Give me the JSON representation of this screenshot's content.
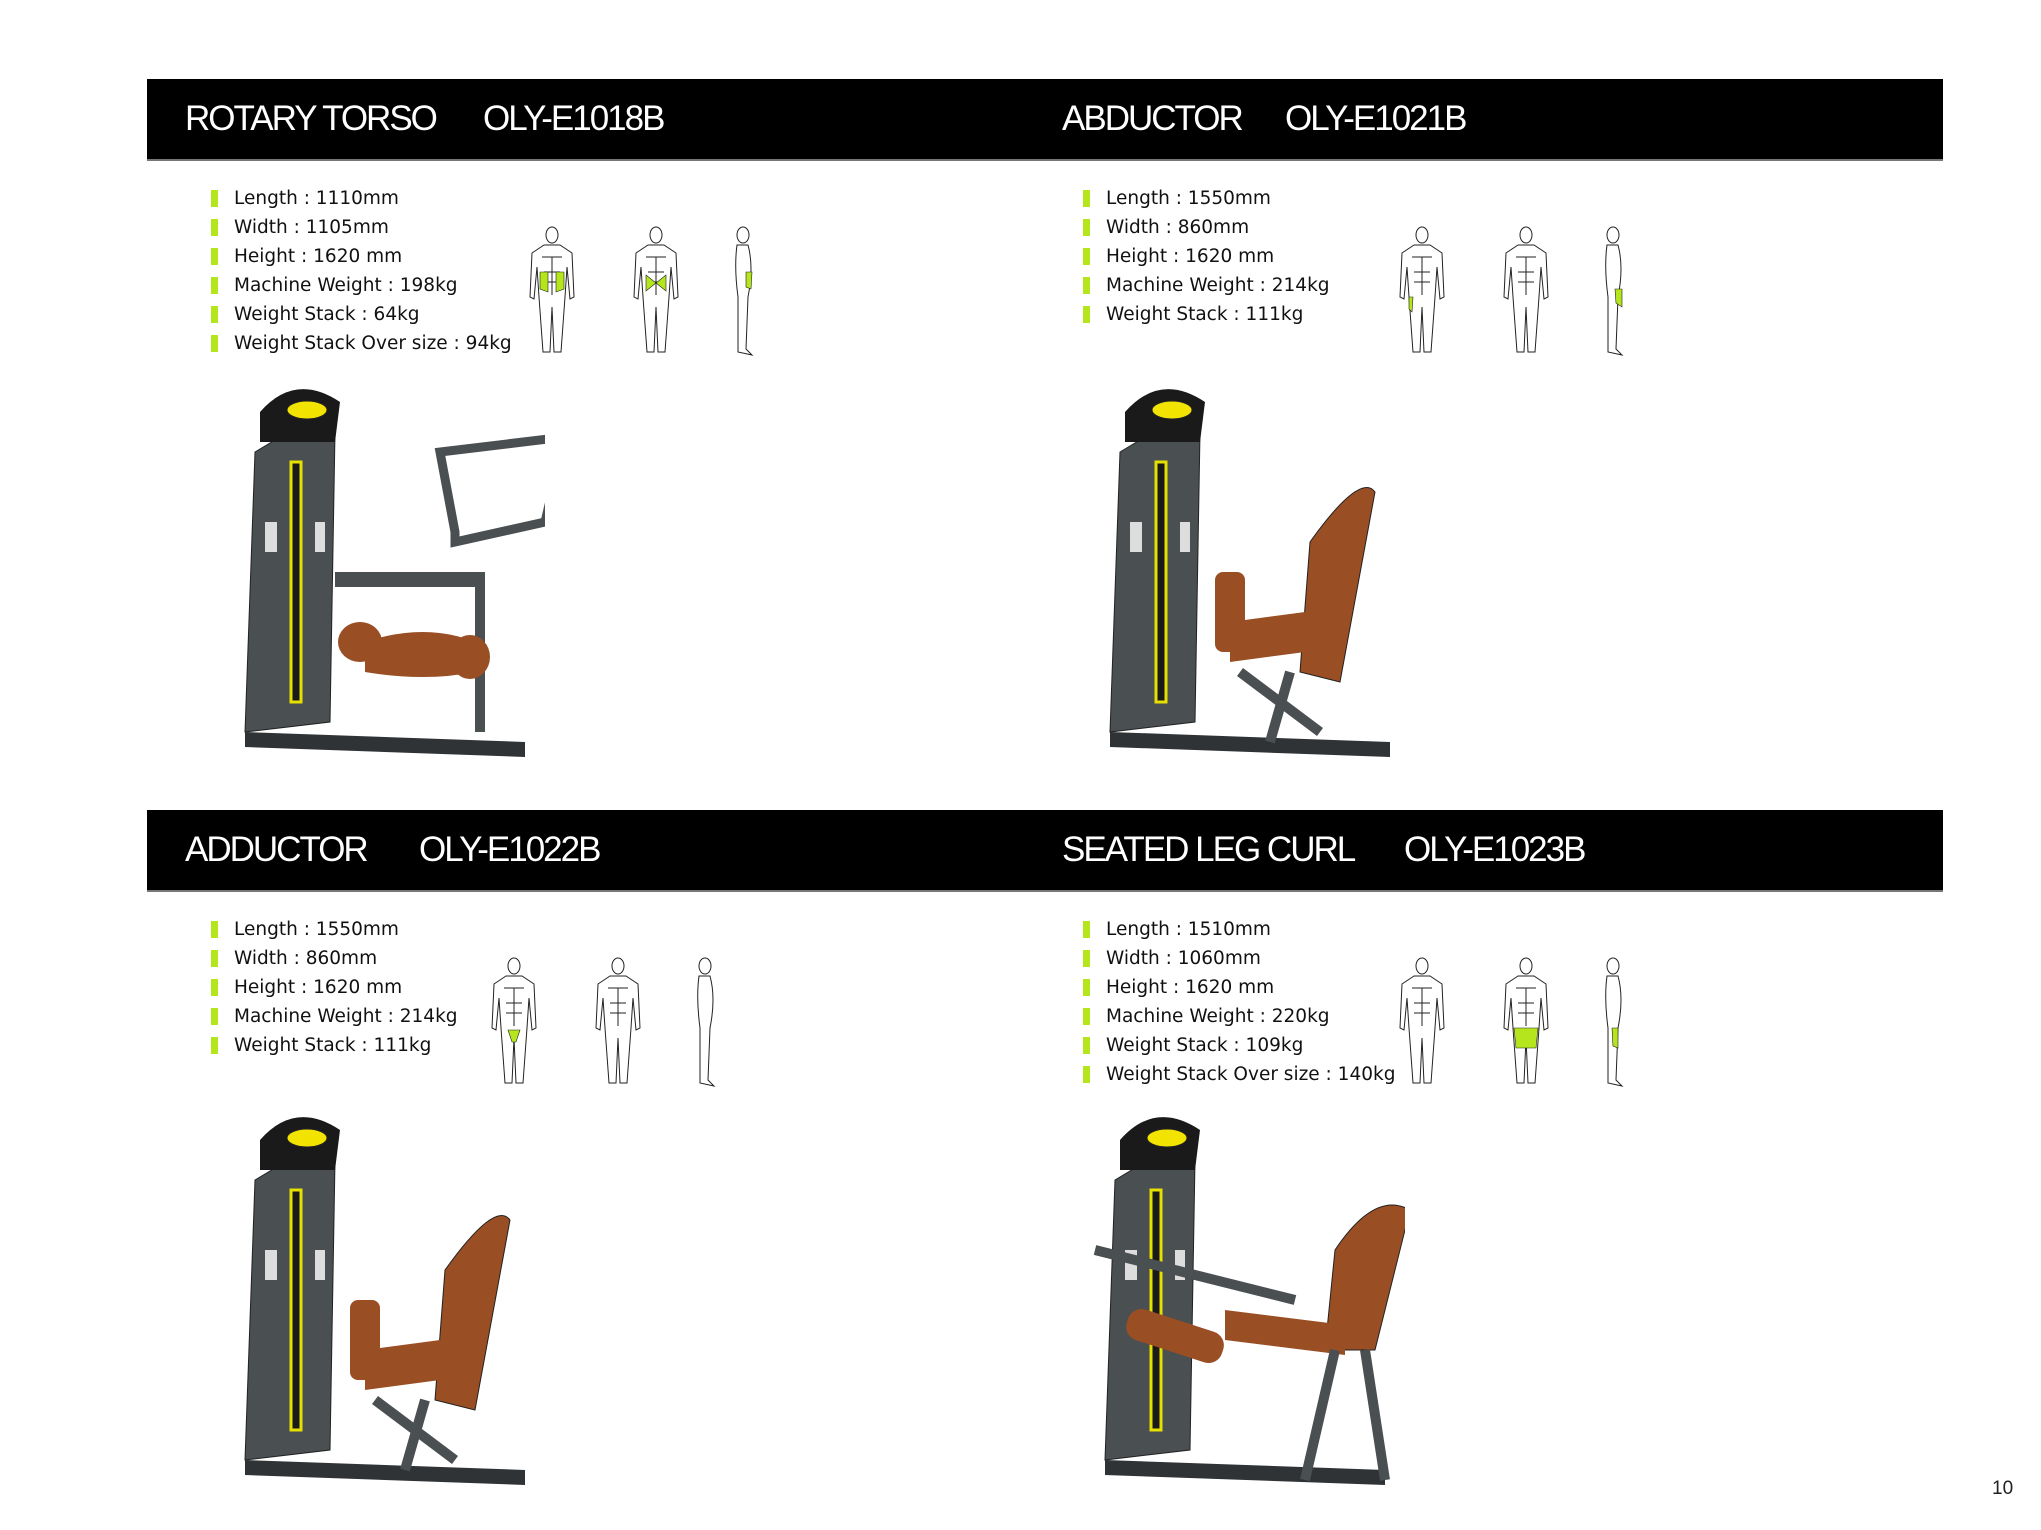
{
  "page_number": "10",
  "colors": {
    "banner": "#000000",
    "accent": "#b5e61d",
    "frame": "#4a4f52",
    "seat": "#9a4e24"
  },
  "products": [
    {
      "name": "ROTARY TORSO",
      "model": "OLY-E1018B",
      "highlight": "obliques",
      "specs": [
        "Length : 1110mm",
        "Width : 1105mm",
        "Height : 1620 mm",
        "Machine Weight : 198kg",
        "Weight Stack : 64kg",
        "Weight Stack Over size : 94kg"
      ]
    },
    {
      "name": "ABDUCTOR",
      "model": "OLY-E1021B",
      "highlight": "outer-thigh",
      "specs": [
        "Length : 1550mm",
        "Width : 860mm",
        "Height : 1620 mm",
        "Machine Weight : 214kg",
        "Weight Stack : 111kg"
      ]
    },
    {
      "name": "ADDUCTOR",
      "model": "OLY-E1022B",
      "highlight": "inner-thigh",
      "specs": [
        "Length : 1550mm",
        "Width : 860mm",
        "Height : 1620 mm",
        "Machine Weight : 214kg",
        "Weight Stack : 111kg"
      ]
    },
    {
      "name": "SEATED LEG CURL",
      "model": "OLY-E1023B",
      "highlight": "hamstrings",
      "specs": [
        "Length : 1510mm",
        "Width : 1060mm",
        "Height : 1620 mm",
        "Machine Weight : 220kg",
        "Weight Stack : 109kg",
        "Weight Stack Over size : 140kg"
      ]
    }
  ]
}
